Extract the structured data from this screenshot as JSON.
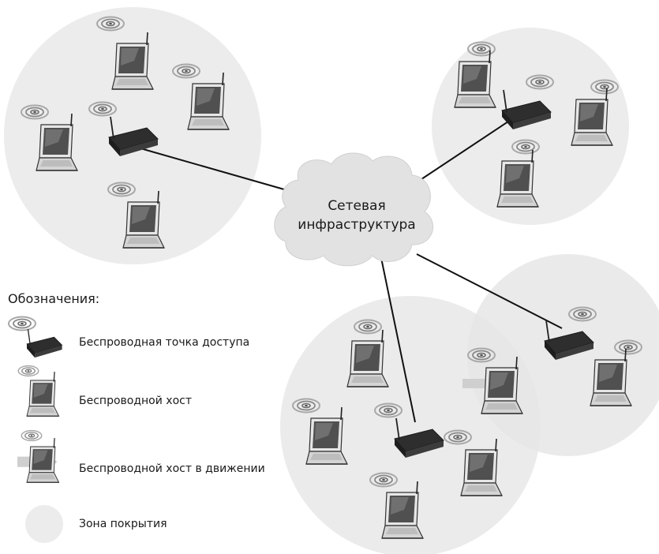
{
  "diagram": {
    "cloud_label_line1": "Сетевая",
    "cloud_label_line2": "инфраструктура"
  },
  "legend": {
    "title": "Обозначения:",
    "items": [
      {
        "icon": "access-point-icon",
        "label": "Беспроводная точка доступа"
      },
      {
        "icon": "laptop-icon",
        "label": "Беспроводной хост"
      },
      {
        "icon": "moving-laptop-icon",
        "label": "Беспроводной хост в движении"
      },
      {
        "icon": "coverage-area-icon",
        "label": "Зона покрытия"
      }
    ]
  },
  "colors": {
    "coverage": "#ececec",
    "cloud": "#e4e4e4",
    "line": "#111111",
    "laptop_screen": "#4a4a4a",
    "laptop_body": "#dcdcdc",
    "router": "#3a3a3a",
    "signal": "#777777"
  }
}
